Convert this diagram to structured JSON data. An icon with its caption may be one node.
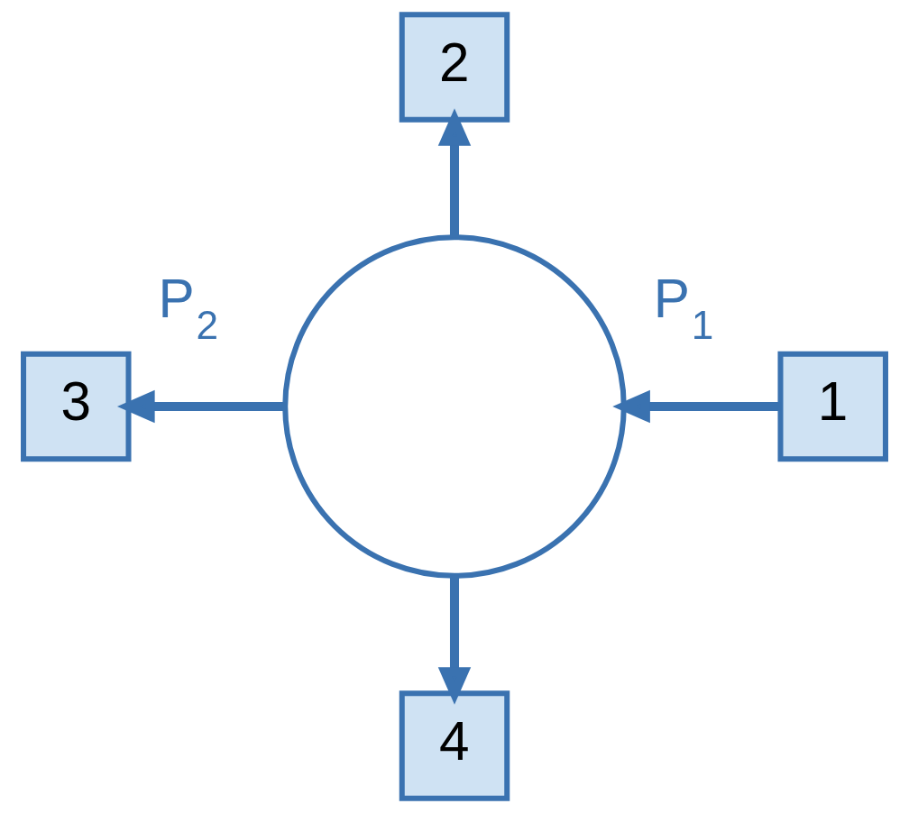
{
  "diagram": {
    "nodes": [
      {
        "text": [
          "2"
        ]
      },
      {
        "text": [
          "3"
        ]
      },
      {
        "text": [],
        "shape": "circle"
      },
      {
        "text": [
          "1"
        ]
      },
      {
        "text": [
          "4"
        ]
      }
    ],
    "edges": [
      {
        "from": 3,
        "to": 2,
        "arrow": "to",
        "label": "P$_{1}$"
      },
      {
        "from": 2,
        "to": 0,
        "arrow": "to"
      },
      {
        "from": 2,
        "to": 1,
        "arrow": "to",
        "label": "P$_{2}$"
      },
      {
        "from": 2,
        "to": 4,
        "arrow": "to"
      }
    ]
  }
}
